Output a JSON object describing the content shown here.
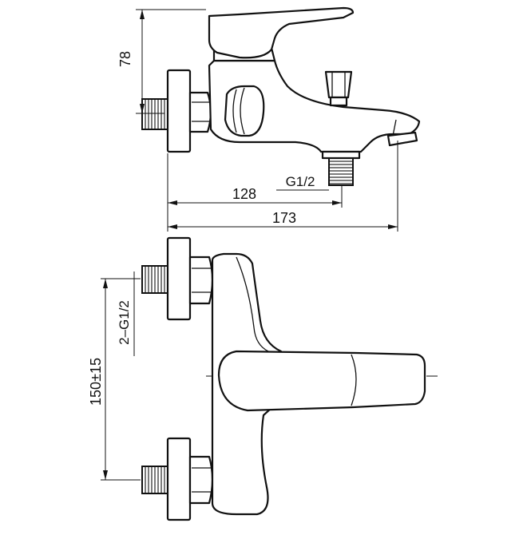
{
  "drawing": {
    "side_view": {
      "dim_height": "78",
      "dim_to_outlet": "128",
      "dim_overall_length": "173",
      "outlet_thread": "G1/2"
    },
    "front_view": {
      "inlet_thread": "2–G1/2",
      "inlet_spacing": "150±15"
    }
  }
}
